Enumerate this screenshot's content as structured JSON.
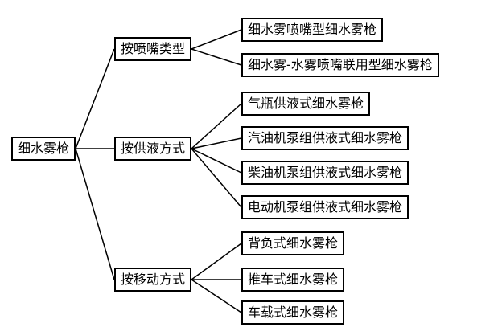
{
  "root": {
    "label": "细水雾枪"
  },
  "categories": [
    {
      "label": "按喷嘴类型",
      "children": [
        "细水雾喷嘴型细水雾枪",
        "细水雾-水雾喷嘴联用型细水雾枪"
      ]
    },
    {
      "label": "按供液方式",
      "children": [
        "气瓶供液式细水雾枪",
        "汽油机泵组供液式细水雾枪",
        "柴油机泵组供液式细水雾枪",
        "电动机泵组供液式细水雾枪"
      ]
    },
    {
      "label": "按移动方式",
      "children": [
        "背负式细水雾枪",
        "推车式细水雾枪",
        "车载式细水雾枪"
      ]
    }
  ]
}
